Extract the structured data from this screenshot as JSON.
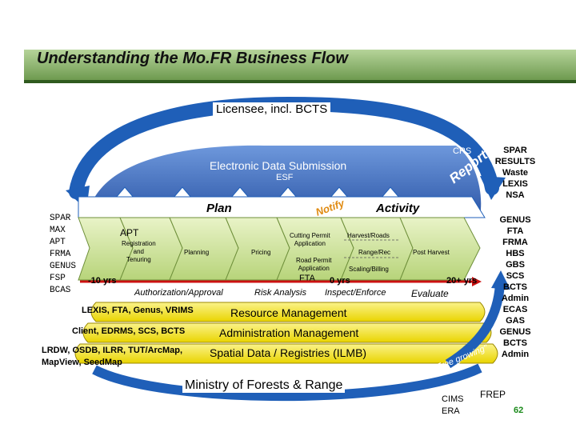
{
  "title": "Understanding the Mo.FR Business Flow",
  "licensee": "Licensee, incl. BCTS",
  "eds": {
    "label": "Electronic Data Submission",
    "esf": "ESF",
    "crs": "CRS",
    "report": "Report"
  },
  "flow": {
    "plan": "Plan",
    "notify": "Notify",
    "activity": "Activity"
  },
  "stages": {
    "apt": "APT",
    "registration": "Registration\nand\nTenuring",
    "planning": "Planning",
    "pricing": "Pricing",
    "cutting_permit": "Cutting Permit\nApplication",
    "harvest_roads": "Harvest/Roads",
    "range_rec": "Range/Rec",
    "road_permit": "Road Permit\nApplication",
    "scaling_billing": "Scaling/Billing",
    "fta": "FTA",
    "post_harvest": "Post Harvest"
  },
  "timeline": {
    "minus10": "-10 yrs",
    "zero": "0 yrs",
    "plus20": "20+ yrs"
  },
  "phases": {
    "auth": "Authorization/Approval",
    "risk": "Risk Analysis",
    "inspect": "Inspect/Enforce",
    "evaluate": "Evaluate"
  },
  "left_systems": [
    "SPAR",
    "MAX",
    "APT",
    "FRMA",
    "GENUS",
    "FSP",
    "BCAS"
  ],
  "right_top": [
    "SPAR",
    "RESULTS",
    "Waste",
    "LEXIS",
    "NSA"
  ],
  "right_bottom": [
    "GENUS",
    "FTA",
    "FRMA",
    "HBS",
    "GBS",
    "SCS",
    "BCTS",
    "Admin",
    "ECAS",
    "GAS",
    "GENUS",
    "BCTS",
    "Admin"
  ],
  "layers": [
    {
      "systems": "LEXIS, FTA, Genus, VRIMS",
      "name": "Resource Management"
    },
    {
      "systems": "Client, EDRMS, SCS, BCTS",
      "name": "Administration Management"
    },
    {
      "systems": "LRDW, OSDB, ILRR, TUT/ArcMap,\nMapView, SeedMap",
      "name": "Spatial Data / Registries (ILMB)"
    }
  ],
  "ministry": "Ministry of Forests & Range",
  "free_growing": "\"Free growing\"",
  "cims": "CIMS\nERA",
  "frep": "FREP",
  "page_number": "62",
  "colors": {
    "banner": "#8fb86e",
    "arc": "#1f5fb8",
    "eds_fill": "#3f6fc4",
    "arrow_band": "#1b8c2a",
    "layer_fill": "#f5e61a",
    "red": "#cc1111",
    "page_num": "#1a8a1a"
  }
}
